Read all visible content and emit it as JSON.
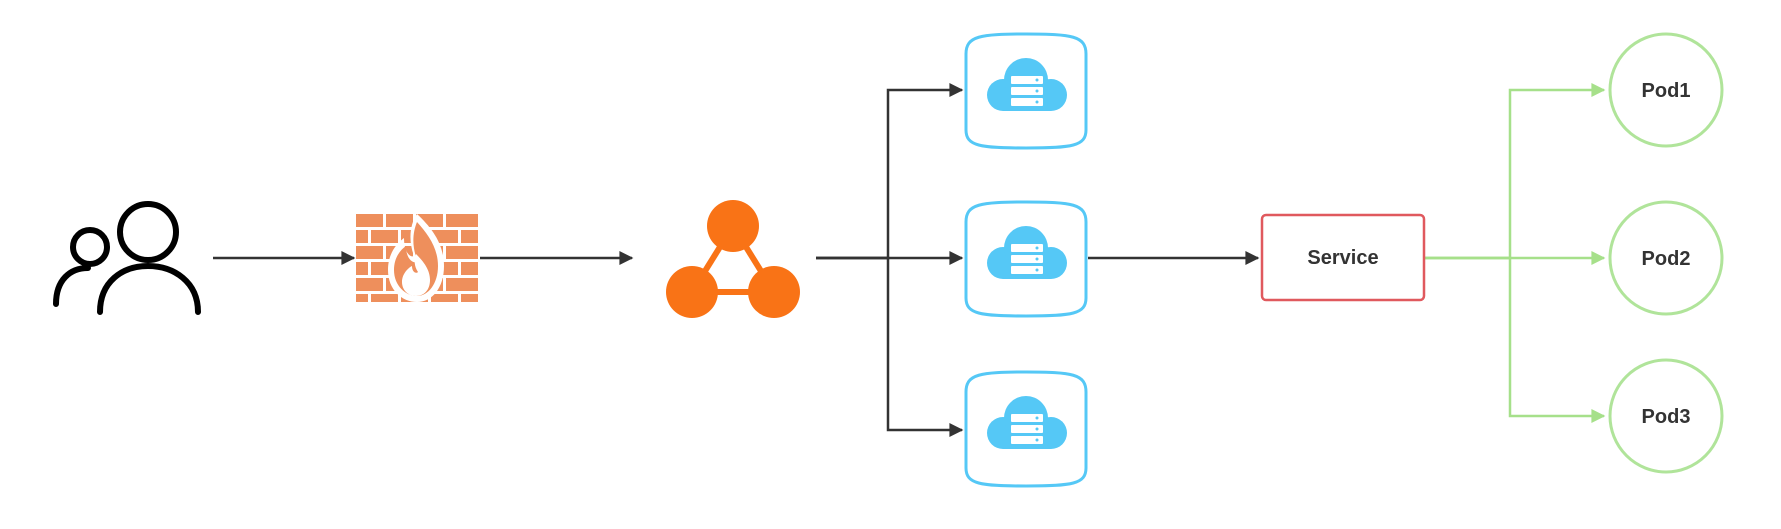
{
  "colors": {
    "edge_dark": "#333333",
    "edge_green": "#a6e08a",
    "user_icon": "#000000",
    "firewall": "#ee8f5c",
    "flame": "#ee8f5c",
    "load_balancer": "#f97316",
    "server_border": "#55c8f6",
    "server_cloud": "#55c8f6",
    "server_rack": "#ffffff",
    "service_border": "#e0595e",
    "pod_border": "#b0e49a",
    "text": "#333333"
  },
  "nodes": {
    "users": {
      "icon": "users-icon"
    },
    "firewall": {
      "icon": "firewall-icon"
    },
    "load_balancer": {
      "icon": "load-balancer-icon"
    },
    "servers": [
      {
        "icon": "cloud-server-icon"
      },
      {
        "icon": "cloud-server-icon"
      },
      {
        "icon": "cloud-server-icon"
      }
    ],
    "service": {
      "label": "Service"
    },
    "pods": [
      {
        "label": "Pod1"
      },
      {
        "label": "Pod2"
      },
      {
        "label": "Pod3"
      }
    ]
  },
  "edges": [
    {
      "from": "users",
      "to": "firewall"
    },
    {
      "from": "firewall",
      "to": "load_balancer"
    },
    {
      "from": "load_balancer",
      "to": "server_1"
    },
    {
      "from": "load_balancer",
      "to": "server_2"
    },
    {
      "from": "load_balancer",
      "to": "server_3"
    },
    {
      "from": "server_2",
      "to": "service"
    },
    {
      "from": "service",
      "to": "pod_1"
    },
    {
      "from": "service",
      "to": "pod_2"
    },
    {
      "from": "service",
      "to": "pod_3"
    }
  ]
}
